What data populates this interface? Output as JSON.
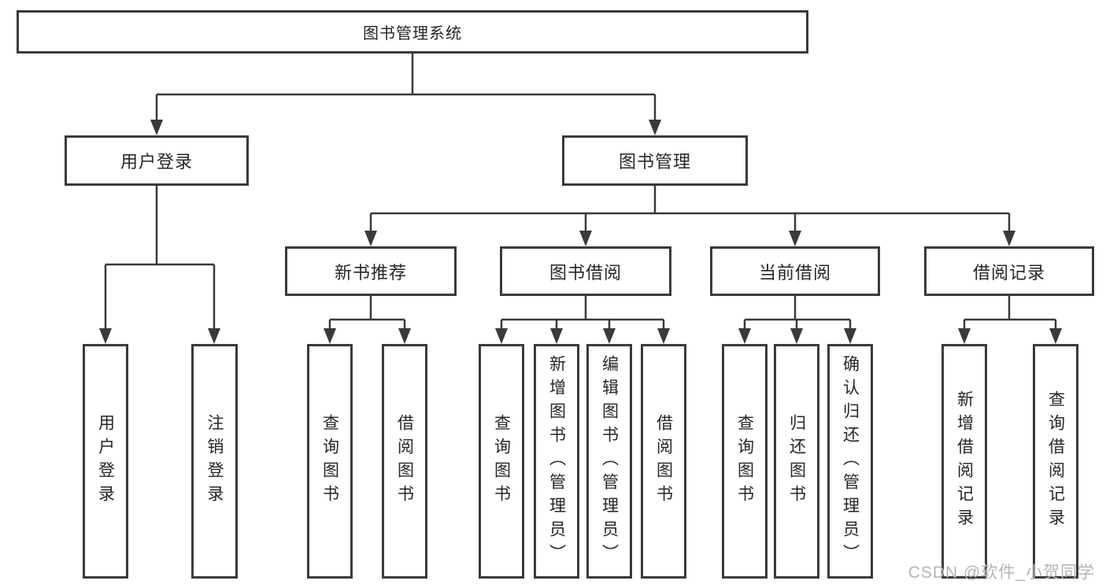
{
  "tree": {
    "root": {
      "label": "图书管理系统",
      "children": [
        {
          "label": "用户登录",
          "children": [
            {
              "label": "用户登录"
            },
            {
              "label": "注销登录"
            }
          ]
        },
        {
          "label": "图书管理",
          "children": [
            {
              "label": "新书推荐",
              "children": [
                {
                  "label": "查询图书"
                },
                {
                  "label": "借阅图书"
                }
              ]
            },
            {
              "label": "图书借阅",
              "children": [
                {
                  "label": "查询图书"
                },
                {
                  "label": "新增图书（管理员）"
                },
                {
                  "label": "编辑图书（管理员）"
                },
                {
                  "label": "借阅图书"
                }
              ]
            },
            {
              "label": "当前借阅",
              "children": [
                {
                  "label": "查询图书"
                },
                {
                  "label": "归还图书"
                },
                {
                  "label": "确认归还（管理员）"
                }
              ]
            },
            {
              "label": "借阅记录",
              "children": [
                {
                  "label": "新增借阅记录"
                },
                {
                  "label": "查询借阅记录"
                }
              ]
            }
          ]
        }
      ]
    }
  },
  "watermark": {
    "text": "CSDN @软件_小贺同学"
  },
  "colors": {
    "line": "#3a3a3a",
    "text": "#262626",
    "watermark": "#b5b5b5",
    "background": "#ffffff"
  }
}
